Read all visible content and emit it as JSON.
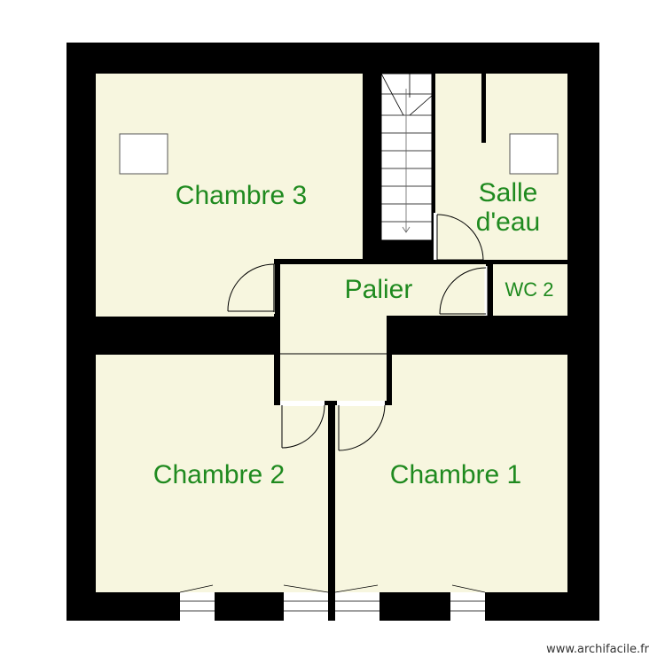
{
  "rooms": {
    "chambre3": "Chambre 3",
    "salle_eau_line1": "Salle",
    "salle_eau_line2": "d'eau",
    "palier": "Palier",
    "wc2": "WC 2",
    "chambre2": "Chambre 2",
    "chambre1": "Chambre 1"
  },
  "watermark": "www.archifacile.fr",
  "colors": {
    "wall": "#000000",
    "floor": "#f7f6df",
    "label": "#1f8a1f",
    "stair": "#ffffff"
  }
}
